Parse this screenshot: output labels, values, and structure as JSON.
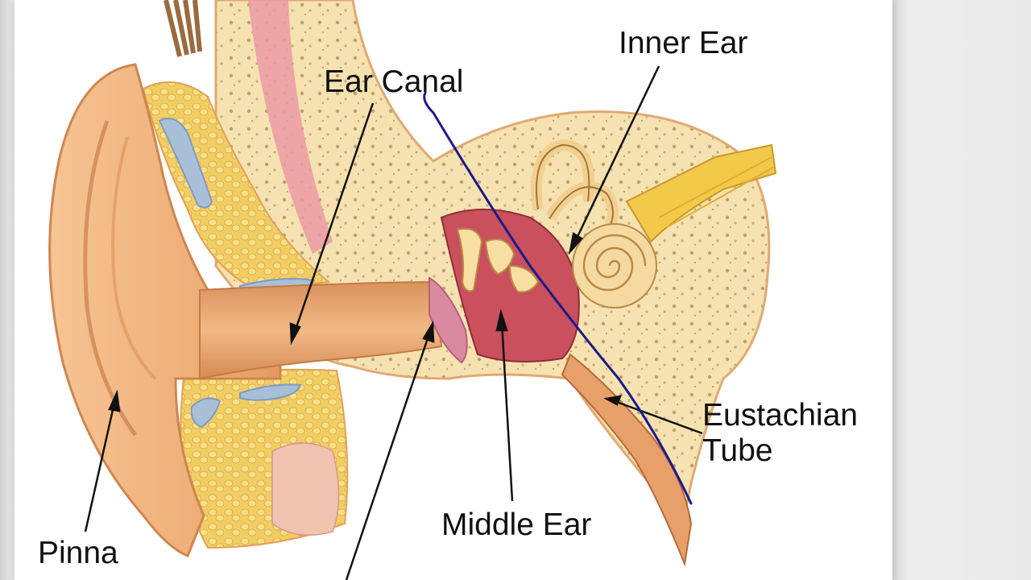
{
  "labels": {
    "inner_ear": "Inner Ear",
    "ear_canal": "Ear Canal",
    "eustachian_tube_line1": "Eustachian",
    "eustachian_tube_line2": "Tube",
    "middle_ear": "Middle Ear",
    "pinna": "Pinna"
  },
  "colors": {
    "skin": "#f2b87e",
    "skin_dark": "#d98c55",
    "bone": "#f6dfa9",
    "fat": "#f4d46a",
    "cartilage": "#a9bfd8",
    "middle_ear_cavity": "#c9505c",
    "annotation_pen": "#1a1a8c",
    "label_text": "#111111",
    "arrow": "#111111"
  }
}
